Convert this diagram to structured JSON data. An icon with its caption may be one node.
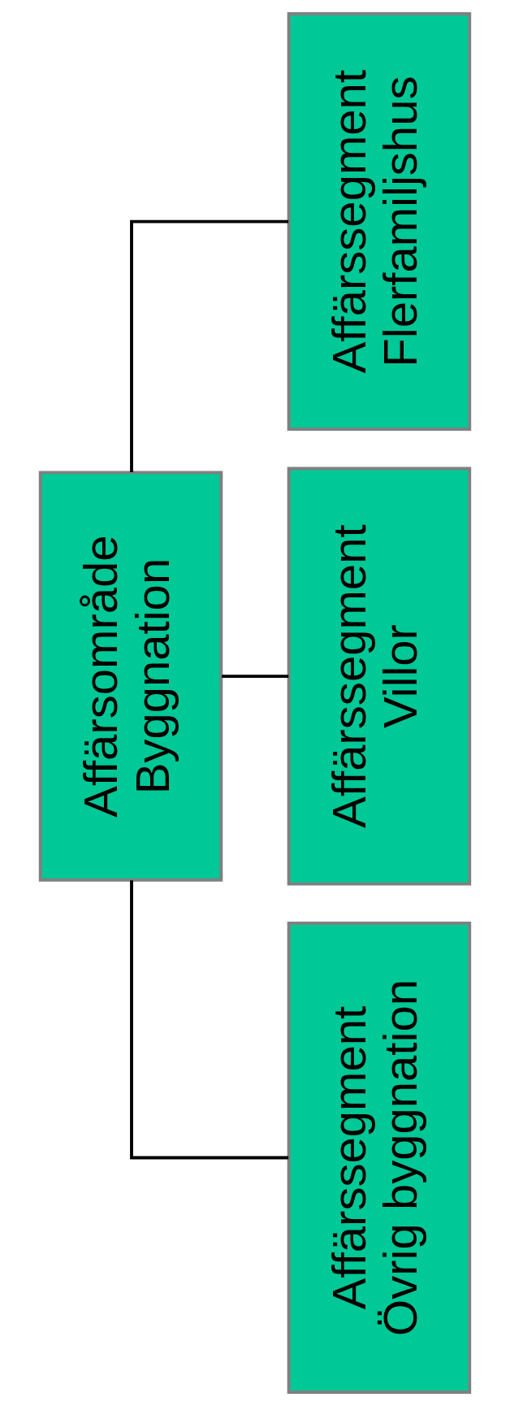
{
  "diagram": {
    "nodes": [
      {
        "text": [
          "Affärsområde Byggnation"
        ]
      },
      {
        "text": [
          "Affärssegment Övrig byggnation"
        ]
      },
      {
        "text": [
          "Affärssegment Villor"
        ]
      },
      {
        "text": [
          "Affärssegment Flerfamiljshus"
        ]
      }
    ],
    "edges": [
      {
        "from": 0,
        "to": 1,
        "arrow": "none"
      },
      {
        "from": 0,
        "to": 2,
        "arrow": "none"
      },
      {
        "from": 0,
        "to": 3,
        "arrow": "none"
      }
    ]
  }
}
